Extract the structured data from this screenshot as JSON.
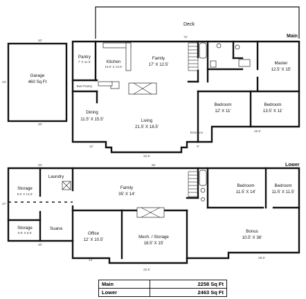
{
  "levels": {
    "main": "Main",
    "lower": "Lower"
  },
  "main_rooms": {
    "deck": "Deck",
    "garage_name": "Garage",
    "garage_area": "460 Sq Ft",
    "pantry_name": "Pantry",
    "pantry_size": "7' X 11.5'",
    "kitchen_name": "Kitchen",
    "kitchen_size": "16.5' X 13.5'",
    "butt_pantry": "Butt Pantry",
    "family_name": "Family",
    "family_size": "17' X 12.5'",
    "dining_name": "Dining",
    "dining_size": "11.5' X 15.5'",
    "living_name": "Living",
    "living_size": "21.5' X 18.5'",
    "entrance": "Entrance",
    "bedroom1_name": "Bedroom",
    "bedroom1_size": "12' X 11'",
    "bedroom2_name": "Bedroom",
    "bedroom2_size": "13.5' X 11'",
    "master_name": "Master",
    "master_size": "12.5' X 15'"
  },
  "lower_rooms": {
    "laundry": "Laundry",
    "storage1_name": "Storage",
    "storage1_size": "9.5' X 14.5'",
    "storage2_name": "Storage",
    "storage2_size": "9.5' X 6.5'",
    "suana": "Suana",
    "family_name": "Family",
    "family_size": "35' X 14'",
    "office_name": "Office",
    "office_size": "12' X 10.5'",
    "mech_name": "Mech. / Storage",
    "mech_size": "18.5' X 15'",
    "bedroom1_name": "Bedroom",
    "bedroom1_size": "11.5' X 14'",
    "bedroom2_name": "Bedroom",
    "bedroom2_size": "11.5' X 11.5'",
    "bonus_name": "Bonus",
    "bonus_size": "10.5' X 36'"
  },
  "dimensions": {
    "main": [
      "20'",
      "72'",
      "23'",
      "20'",
      "26.5'",
      "12'",
      "9'",
      "22.5'"
    ],
    "lower": [
      "20'",
      "92'",
      "27'",
      "20'",
      "12'",
      "22.5'",
      "25.5'"
    ]
  },
  "area_table": [
    {
      "label": "Main",
      "value": "2258 Sq Ft"
    },
    {
      "label": "Lower",
      "value": "2463 Sq Ft"
    }
  ]
}
